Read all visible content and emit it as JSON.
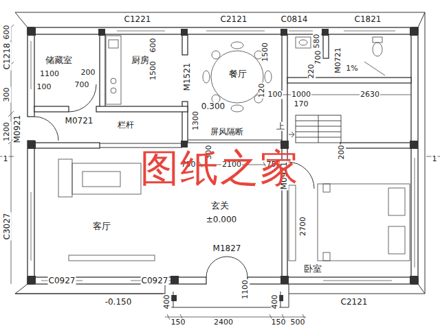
{
  "diagram": {
    "labels": [
      "C1221",
      "C2121",
      "C0814",
      "C1821",
      "600",
      "C1218",
      "储藏室",
      "1100",
      "200",
      "100",
      "700",
      "厨房",
      "600",
      "1500",
      "M1521",
      "餐厅",
      "1500",
      "120",
      "0.300",
      "580",
      "700",
      "220",
      "M0721",
      "1%",
      "100",
      "1000",
      "2630",
      "170",
      "300",
      "M0721",
      "1200",
      "M0921",
      "栏杆",
      "1300",
      "屏风隔断",
      "上",
      "300",
      "200",
      "750",
      "2100",
      "750",
      "M0921",
      "图纸之家",
      "1",
      "1",
      "2700",
      "卧室",
      "玄关",
      "±0.000",
      "客厅",
      "C3027",
      "M1827",
      "1100",
      "C0927",
      "C0927",
      "-0.150",
      "400",
      "400",
      "150",
      "2400",
      "150",
      "500",
      "C2121"
    ]
  }
}
